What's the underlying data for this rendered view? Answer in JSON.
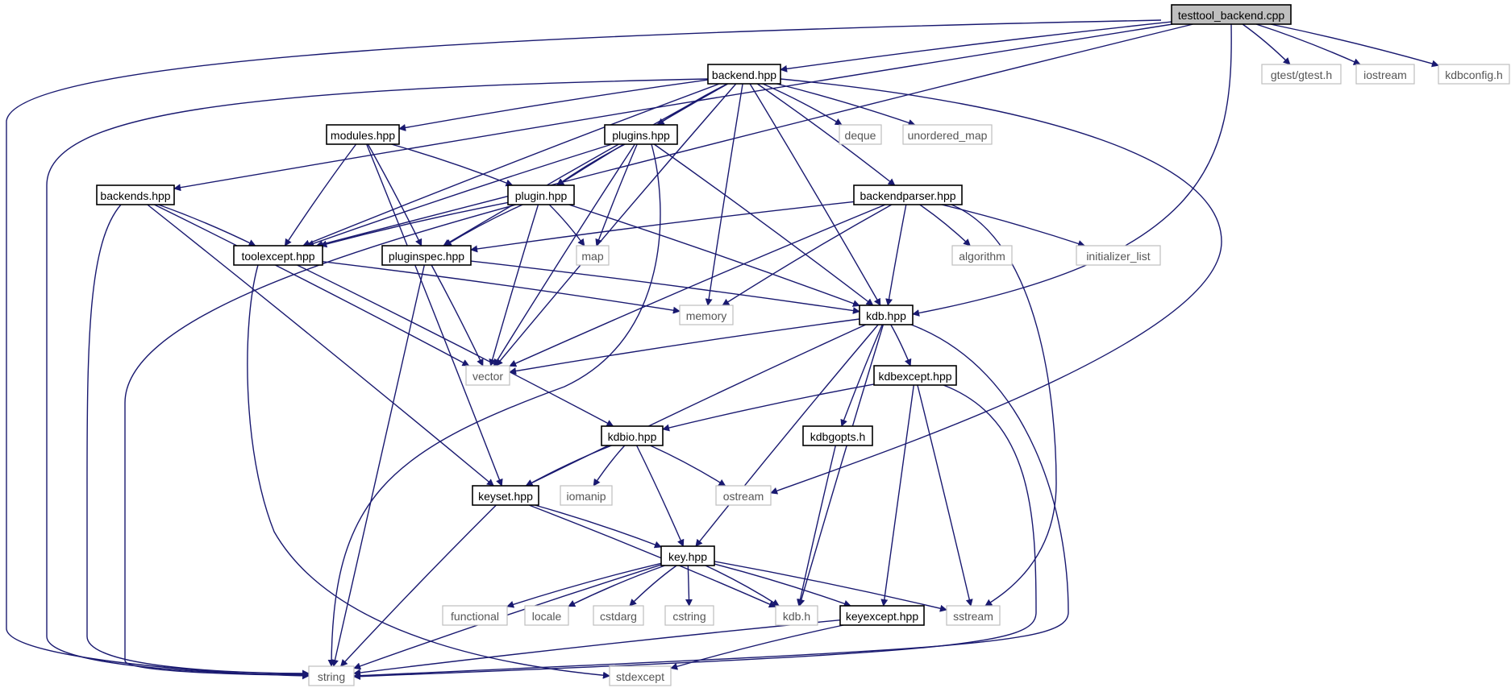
{
  "graph": {
    "edge_color": "#191970",
    "nodes": [
      {
        "id": "testtool_backend_cpp",
        "label": "testtool_backend.cpp",
        "kind": "root"
      },
      {
        "id": "backend_hpp",
        "label": "backend.hpp",
        "kind": "local"
      },
      {
        "id": "gtest_h",
        "label": "gtest/gtest.h",
        "kind": "system"
      },
      {
        "id": "iostream",
        "label": "iostream",
        "kind": "system"
      },
      {
        "id": "kdbconfig_h",
        "label": "kdbconfig.h",
        "kind": "system"
      },
      {
        "id": "modules_hpp",
        "label": "modules.hpp",
        "kind": "local"
      },
      {
        "id": "plugins_hpp",
        "label": "plugins.hpp",
        "kind": "local"
      },
      {
        "id": "deque",
        "label": "deque",
        "kind": "system"
      },
      {
        "id": "unordered_map",
        "label": "unordered_map",
        "kind": "system"
      },
      {
        "id": "backends_hpp",
        "label": "backends.hpp",
        "kind": "local"
      },
      {
        "id": "plugin_hpp",
        "label": "plugin.hpp",
        "kind": "local"
      },
      {
        "id": "backendparser_hpp",
        "label": "backendparser.hpp",
        "kind": "local"
      },
      {
        "id": "toolexcept_hpp",
        "label": "toolexcept.hpp",
        "kind": "local"
      },
      {
        "id": "pluginspec_hpp",
        "label": "pluginspec.hpp",
        "kind": "local"
      },
      {
        "id": "map",
        "label": "map",
        "kind": "system"
      },
      {
        "id": "algorithm",
        "label": "algorithm",
        "kind": "system"
      },
      {
        "id": "initializer_list",
        "label": "initializer_list",
        "kind": "system"
      },
      {
        "id": "memory",
        "label": "memory",
        "kind": "system"
      },
      {
        "id": "kdb_hpp",
        "label": "kdb.hpp",
        "kind": "local"
      },
      {
        "id": "vector",
        "label": "vector",
        "kind": "system"
      },
      {
        "id": "kdbexcept_hpp",
        "label": "kdbexcept.hpp",
        "kind": "local"
      },
      {
        "id": "kdbio_hpp",
        "label": "kdbio.hpp",
        "kind": "local"
      },
      {
        "id": "kdbgopts_h",
        "label": "kdbgopts.h",
        "kind": "local"
      },
      {
        "id": "iomanip",
        "label": "iomanip",
        "kind": "system"
      },
      {
        "id": "ostream",
        "label": "ostream",
        "kind": "system"
      },
      {
        "id": "keyset_hpp",
        "label": "keyset.hpp",
        "kind": "local"
      },
      {
        "id": "key_hpp",
        "label": "key.hpp",
        "kind": "local"
      },
      {
        "id": "functional",
        "label": "functional",
        "kind": "system"
      },
      {
        "id": "locale",
        "label": "locale",
        "kind": "system"
      },
      {
        "id": "cstdarg",
        "label": "cstdarg",
        "kind": "system"
      },
      {
        "id": "cstring",
        "label": "cstring",
        "kind": "system"
      },
      {
        "id": "kdb_h",
        "label": "kdb.h",
        "kind": "system"
      },
      {
        "id": "keyexcept_hpp",
        "label": "keyexcept.hpp",
        "kind": "local"
      },
      {
        "id": "sstream",
        "label": "sstream",
        "kind": "system"
      },
      {
        "id": "string",
        "label": "string",
        "kind": "system"
      },
      {
        "id": "stdexcept",
        "label": "stdexcept",
        "kind": "system"
      }
    ],
    "edges": [
      [
        "testtool_backend_cpp",
        "backend_hpp"
      ],
      [
        "testtool_backend_cpp",
        "gtest_h"
      ],
      [
        "testtool_backend_cpp",
        "iostream"
      ],
      [
        "testtool_backend_cpp",
        "kdbconfig_h"
      ],
      [
        "testtool_backend_cpp",
        "backends_hpp"
      ],
      [
        "testtool_backend_cpp",
        "toolexcept_hpp"
      ],
      [
        "testtool_backend_cpp",
        "kdb_hpp"
      ],
      [
        "testtool_backend_cpp",
        "string"
      ],
      [
        "backend_hpp",
        "modules_hpp"
      ],
      [
        "backend_hpp",
        "plugins_hpp"
      ],
      [
        "backend_hpp",
        "deque"
      ],
      [
        "backend_hpp",
        "unordered_map"
      ],
      [
        "backend_hpp",
        "backendparser_hpp"
      ],
      [
        "backend_hpp",
        "plugin_hpp"
      ],
      [
        "backend_hpp",
        "toolexcept_hpp"
      ],
      [
        "backend_hpp",
        "pluginspec_hpp"
      ],
      [
        "backend_hpp",
        "memory"
      ],
      [
        "backend_hpp",
        "vector"
      ],
      [
        "backend_hpp",
        "kdb_hpp"
      ],
      [
        "backend_hpp",
        "ostream"
      ],
      [
        "backend_hpp",
        "string"
      ],
      [
        "modules_hpp",
        "plugin_hpp"
      ],
      [
        "modules_hpp",
        "toolexcept_hpp"
      ],
      [
        "modules_hpp",
        "pluginspec_hpp"
      ],
      [
        "modules_hpp",
        "keyset_hpp"
      ],
      [
        "plugins_hpp",
        "plugin_hpp"
      ],
      [
        "plugins_hpp",
        "toolexcept_hpp"
      ],
      [
        "plugins_hpp",
        "map"
      ],
      [
        "plugins_hpp",
        "vector"
      ],
      [
        "plugins_hpp",
        "kdb_hpp"
      ],
      [
        "plugins_hpp",
        "string"
      ],
      [
        "backends_hpp",
        "toolexcept_hpp"
      ],
      [
        "backends_hpp",
        "vector"
      ],
      [
        "backends_hpp",
        "keyset_hpp"
      ],
      [
        "backends_hpp",
        "string"
      ],
      [
        "plugin_hpp",
        "toolexcept_hpp"
      ],
      [
        "plugin_hpp",
        "pluginspec_hpp"
      ],
      [
        "plugin_hpp",
        "map"
      ],
      [
        "plugin_hpp",
        "vector"
      ],
      [
        "plugin_hpp",
        "kdb_hpp"
      ],
      [
        "plugin_hpp",
        "string"
      ],
      [
        "backendparser_hpp",
        "pluginspec_hpp"
      ],
      [
        "backendparser_hpp",
        "algorithm"
      ],
      [
        "backendparser_hpp",
        "initializer_list"
      ],
      [
        "backendparser_hpp",
        "memory"
      ],
      [
        "backendparser_hpp",
        "kdb_hpp"
      ],
      [
        "backendparser_hpp",
        "vector"
      ],
      [
        "backendparser_hpp",
        "sstream"
      ],
      [
        "toolexcept_hpp",
        "memory"
      ],
      [
        "toolexcept_hpp",
        "kdbio_hpp"
      ],
      [
        "toolexcept_hpp",
        "stdexcept"
      ],
      [
        "pluginspec_hpp",
        "kdb_hpp"
      ],
      [
        "pluginspec_hpp",
        "vector"
      ],
      [
        "pluginspec_hpp",
        "string"
      ],
      [
        "kdb_hpp",
        "vector"
      ],
      [
        "kdb_hpp",
        "kdbexcept_hpp"
      ],
      [
        "kdb_hpp",
        "kdbgopts_h"
      ],
      [
        "kdb_hpp",
        "keyset_hpp"
      ],
      [
        "kdb_hpp",
        "key_hpp"
      ],
      [
        "kdb_hpp",
        "kdb_h"
      ],
      [
        "kdb_hpp",
        "string"
      ],
      [
        "kdbexcept_hpp",
        "kdbio_hpp"
      ],
      [
        "kdbexcept_hpp",
        "keyexcept_hpp"
      ],
      [
        "kdbexcept_hpp",
        "sstream"
      ],
      [
        "kdbexcept_hpp",
        "string"
      ],
      [
        "kdbio_hpp",
        "keyset_hpp"
      ],
      [
        "kdbio_hpp",
        "iomanip"
      ],
      [
        "kdbio_hpp",
        "ostream"
      ],
      [
        "kdbio_hpp",
        "key_hpp"
      ],
      [
        "kdbgopts_h",
        "kdb_h"
      ],
      [
        "keyset_hpp",
        "key_hpp"
      ],
      [
        "keyset_hpp",
        "kdb_h"
      ],
      [
        "keyset_hpp",
        "string"
      ],
      [
        "key_hpp",
        "functional"
      ],
      [
        "key_hpp",
        "locale"
      ],
      [
        "key_hpp",
        "cstdarg"
      ],
      [
        "key_hpp",
        "cstring"
      ],
      [
        "key_hpp",
        "kdb_h"
      ],
      [
        "key_hpp",
        "keyexcept_hpp"
      ],
      [
        "key_hpp",
        "sstream"
      ],
      [
        "key_hpp",
        "string"
      ],
      [
        "keyexcept_hpp",
        "string"
      ],
      [
        "keyexcept_hpp",
        "stdexcept"
      ]
    ]
  }
}
